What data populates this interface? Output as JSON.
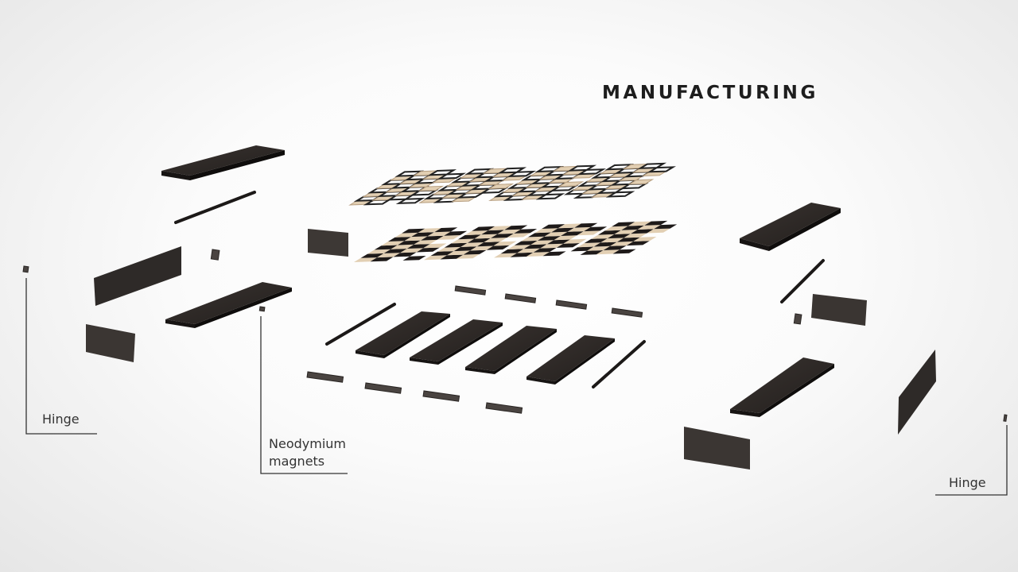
{
  "title": "MANUFACTURING",
  "labels": {
    "hinge_left": "Hinge",
    "magnets_line1": "Neodymium",
    "magnets_line2": "magnets",
    "hinge_right": "Hinge"
  },
  "colors": {
    "wood_dark": "#2b2725",
    "wood_edge": "#171413",
    "wood_light": "#e2cfb3",
    "label_line": "#333333"
  }
}
